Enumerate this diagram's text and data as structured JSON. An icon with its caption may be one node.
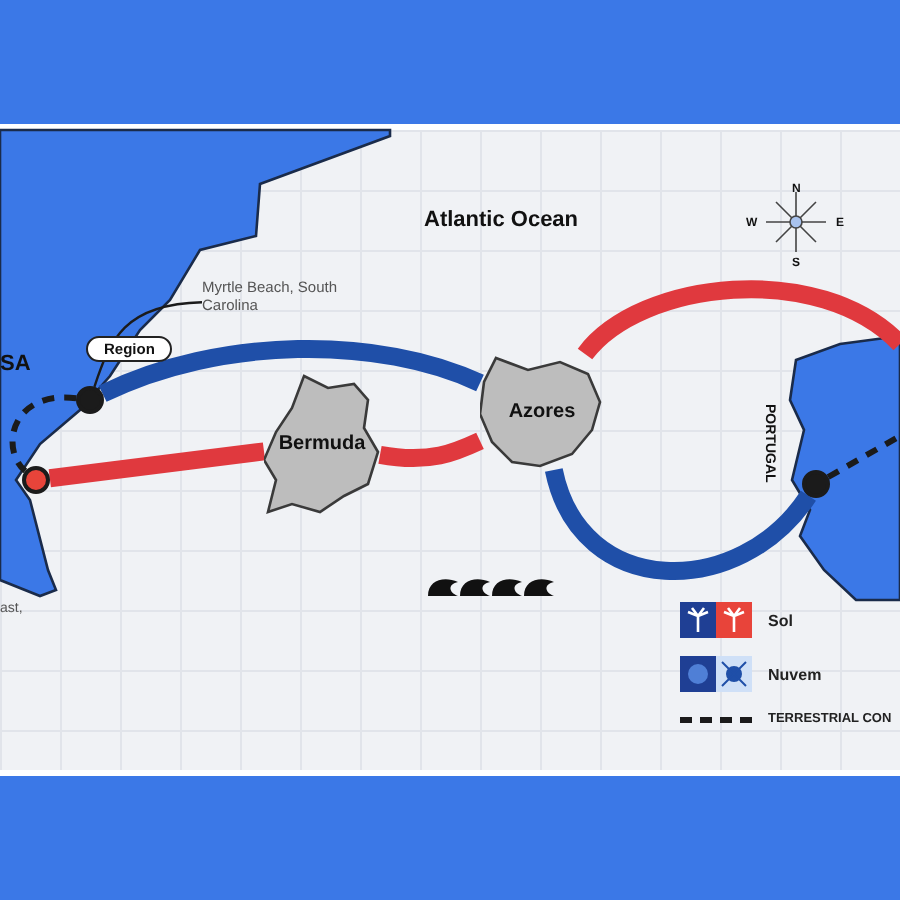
{
  "diagram": {
    "nodes": [
      {
        "text": [],
        "shape": "circle",
        "beside": [
          "Region"
        ]
      },
      {
        "text": [],
        "shape": "circle"
      },
      {
        "text": [
          "Bermuda"
        ]
      },
      {
        "text": [
          "Azores"
        ]
      },
      {
        "text": [],
        "shape": "circle"
      },
      {
        "text": [
          "Myrtle Beach, South Carolina"
        ]
      }
    ],
    "edges": [
      {
        "from": 0,
        "to": 3,
        "arrow": "none",
        "color": "#1f4fa8"
      },
      {
        "from": 3,
        "to": 4,
        "arrow": "none",
        "color": "#1f4fa8"
      },
      {
        "from": 1,
        "to": 2,
        "arrow": "none",
        "color": "#e0393e"
      },
      {
        "from": 2,
        "to": 3,
        "arrow": "none",
        "color": "#e0393e"
      },
      {
        "from": 3,
        "to": null,
        "arrow": "none",
        "color": "#e0393e"
      },
      {
        "from": 0,
        "to": 1,
        "arrow": "none",
        "style": "dashed",
        "color": "#1b1b1b"
      },
      {
        "from": 4,
        "to": null,
        "arrow": "none",
        "style": "dashed",
        "color": "#1b1b1b"
      },
      {
        "from": 5,
        "to": 0,
        "arrow": "none",
        "color": "#1b1b1b"
      }
    ],
    "labels": [
      "Atlantic Ocean",
      "N",
      "W",
      "E",
      "S",
      "SA",
      "PORTUGAL",
      "ast,"
    ],
    "legend": [
      {
        "text": "Sol"
      },
      {
        "text": "Nuvem"
      },
      {
        "text": "TERRESTRIAL CON"
      }
    ]
  }
}
